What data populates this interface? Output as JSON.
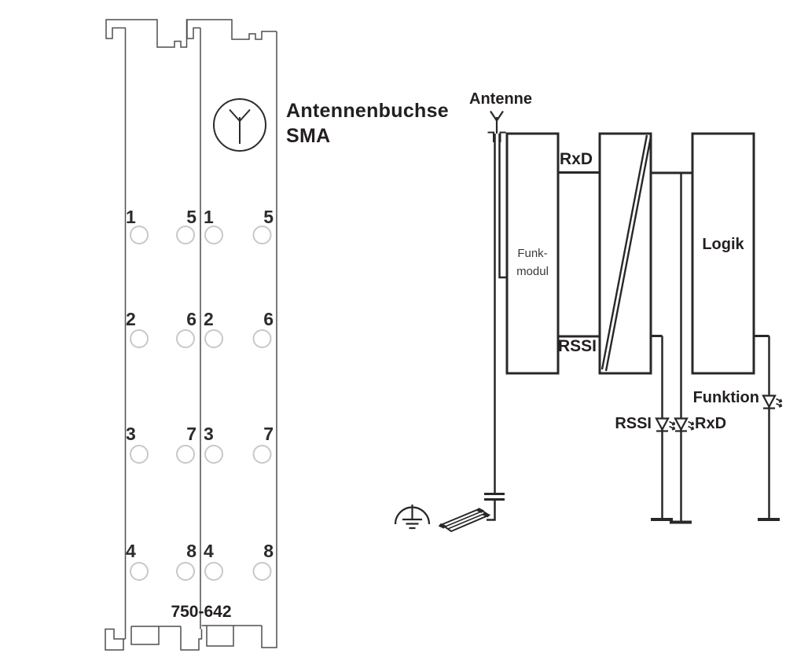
{
  "module": {
    "part_number": "750-642",
    "antenna_socket": {
      "label_line1": "Antennenbuchse",
      "label_line2": "SMA"
    },
    "pin_rows": [
      {
        "cols": [
          "1",
          "5",
          "1",
          "5"
        ]
      },
      {
        "cols": [
          "2",
          "6",
          "2",
          "6"
        ]
      },
      {
        "cols": [
          "3",
          "7",
          "3",
          "7"
        ]
      },
      {
        "cols": [
          "4",
          "8",
          "4",
          "8"
        ]
      }
    ]
  },
  "block_diagram": {
    "antenna_label": "Antenne",
    "radio_module_label_line1": "Funk-",
    "radio_module_label_line2": "modul",
    "signal_rxd_label": "RxD",
    "signal_rssi_label": "RSSI",
    "logic_block_label": "Logik",
    "led_rssi_label": "RSSI",
    "led_rxd_label": "RxD",
    "led_funktion_label": "Funktion"
  },
  "colors": {
    "diagram_line": "#282828",
    "module_line": "#4f4f4f",
    "contact_circle": "#c8c8c8",
    "text": "#231f20"
  }
}
